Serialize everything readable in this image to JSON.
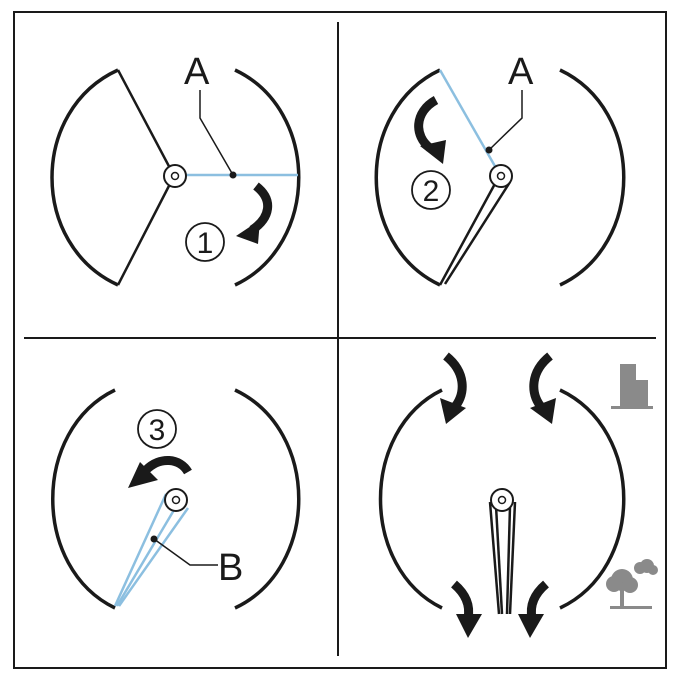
{
  "diagram": {
    "panel_1": {
      "step": "1",
      "label": "A"
    },
    "panel_2": {
      "step": "2",
      "label": "A"
    },
    "panel_3": {
      "step": "3",
      "label": "B"
    },
    "panel_4": {
      "building_icon": "building-icon",
      "tree_icon": "tree-icon"
    }
  },
  "colors": {
    "stroke": "#1a1a1a",
    "cable": "#8cbfe0",
    "icon_gray": "#8a8a8a"
  }
}
